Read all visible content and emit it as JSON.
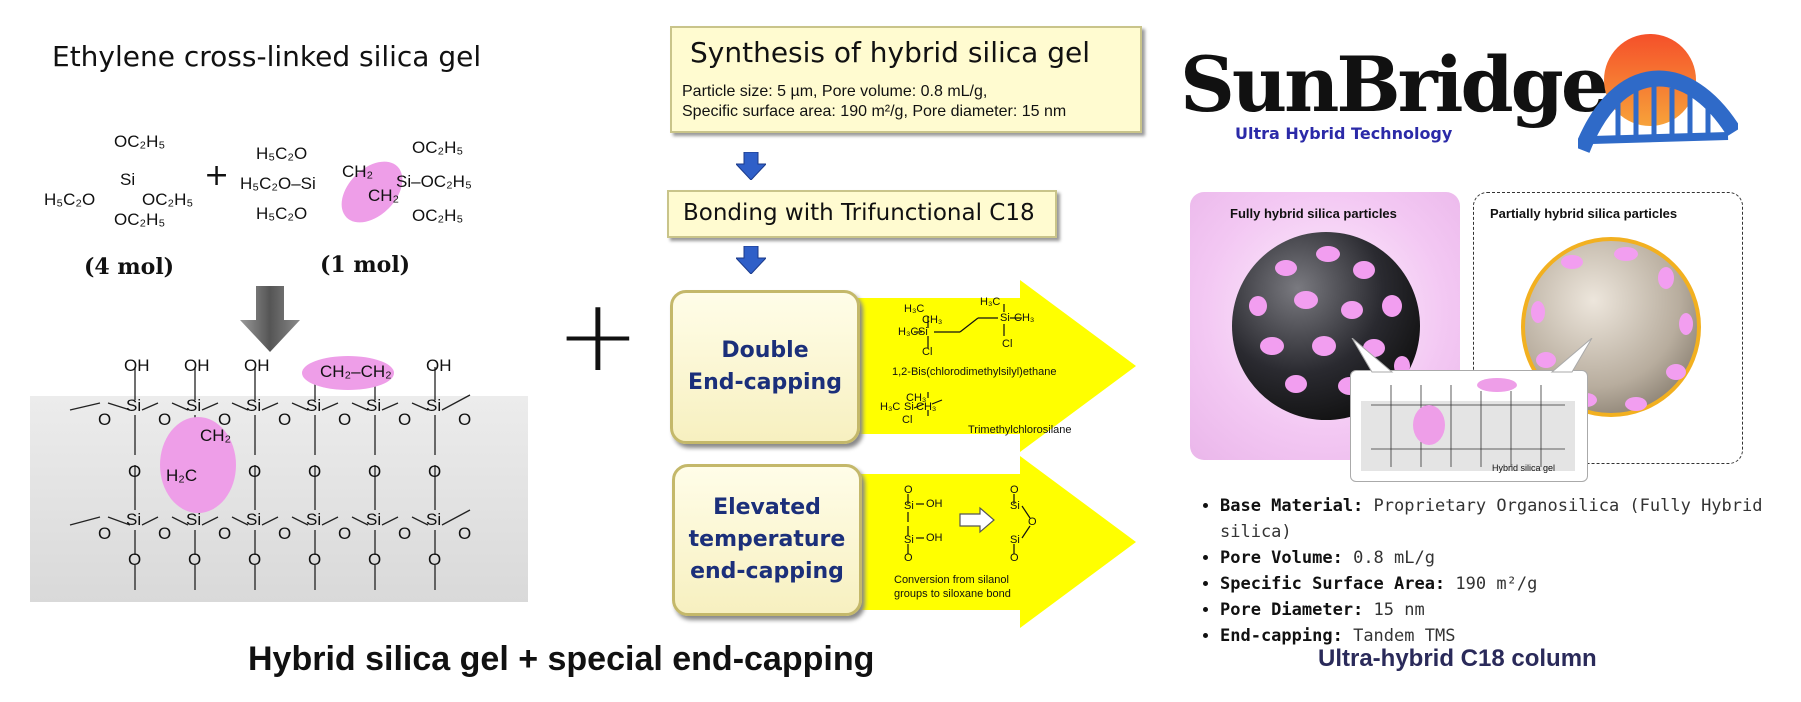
{
  "left": {
    "title": "Ethylene cross-linked silica gel",
    "mol1_count": "(4 mol)",
    "mol2_count": "(1 mol)",
    "plus": "+",
    "teos": {
      "top": "OC₂H₅",
      "left": "H₅C₂O",
      "si": "Si",
      "right": "OC₂H₅",
      "bottom": "OC₂H₅"
    },
    "btse": {
      "l1": "H₅C₂O",
      "l2": "H₅C₂O–Si",
      "l3": "H₅C₂O",
      "ch2a": "CH₂",
      "ch2b": "CH₂",
      "r1": "OC₂H₅",
      "r2": "Si–OC₂H₅",
      "r3": "OC₂H₅"
    },
    "network": {
      "oh": "OH",
      "si": "Si",
      "o": "O",
      "bridge_top": "CH₂–CH₂",
      "bridge_ch2": "CH₂",
      "bridge_h2c": "H₂C"
    }
  },
  "center": {
    "big_plus": "+",
    "synthesis_title": "Synthesis of hybrid silica gel",
    "synthesis_line1": "Particle size: 5 µm, Pore volume: 0.8 mL/g,",
    "synthesis_line2": "Specific surface area: 190 m²/g,   Pore diameter: 15 nm",
    "bonding": "Bonding with Trifunctional C18",
    "double_endcap": "Double\nEnd-capping",
    "elevated_endcap": "Elevated\ntemperature\nend-capping",
    "chem1_name": "1,2-Bis(chlorodimethylsilyl)ethane",
    "chem2_name": "Trimethylchlorosilane",
    "conversion_note_1": "Conversion from silanol",
    "conversion_note_2": "groups to siloxane bond",
    "chem_labels": {
      "h3c": "H₃C",
      "ch3": "CH₃",
      "si": "Si",
      "cl": "Cl",
      "o": "O",
      "oh": "OH"
    },
    "caption": "Hybrid silica gel + special end-capping"
  },
  "right": {
    "logo": "SunBridge",
    "tagline": "Ultra Hybrid Technology",
    "fully_label": "Fully hybrid silica particles",
    "partial_label": "Partially hybrid silica particles",
    "inset_label": "Hybrid silica gel",
    "props": [
      {
        "key": "Base Material:",
        "val": "Proprietary Organosilica (Fully Hybrid silica)"
      },
      {
        "key": "Pore Volume:",
        "val": "0.8 mL/g"
      },
      {
        "key": "Specific Surface Area:",
        "val": "190 m²/g"
      },
      {
        "key": "Pore Diameter:",
        "val": "15 nm"
      },
      {
        "key": "End-capping:",
        "val": "Tandem TMS"
      }
    ],
    "caption": "Ultra-hybrid C18 column"
  },
  "colors": {
    "pink": "#ee9ee8",
    "yellow": "#ffff00",
    "box_yellow": "#fffbd0",
    "navy": "#1b2f7a",
    "arrow_blue": "#2f5fc8",
    "logo_orange": "#f0702a",
    "logo_blue": "#2f6ac8"
  }
}
